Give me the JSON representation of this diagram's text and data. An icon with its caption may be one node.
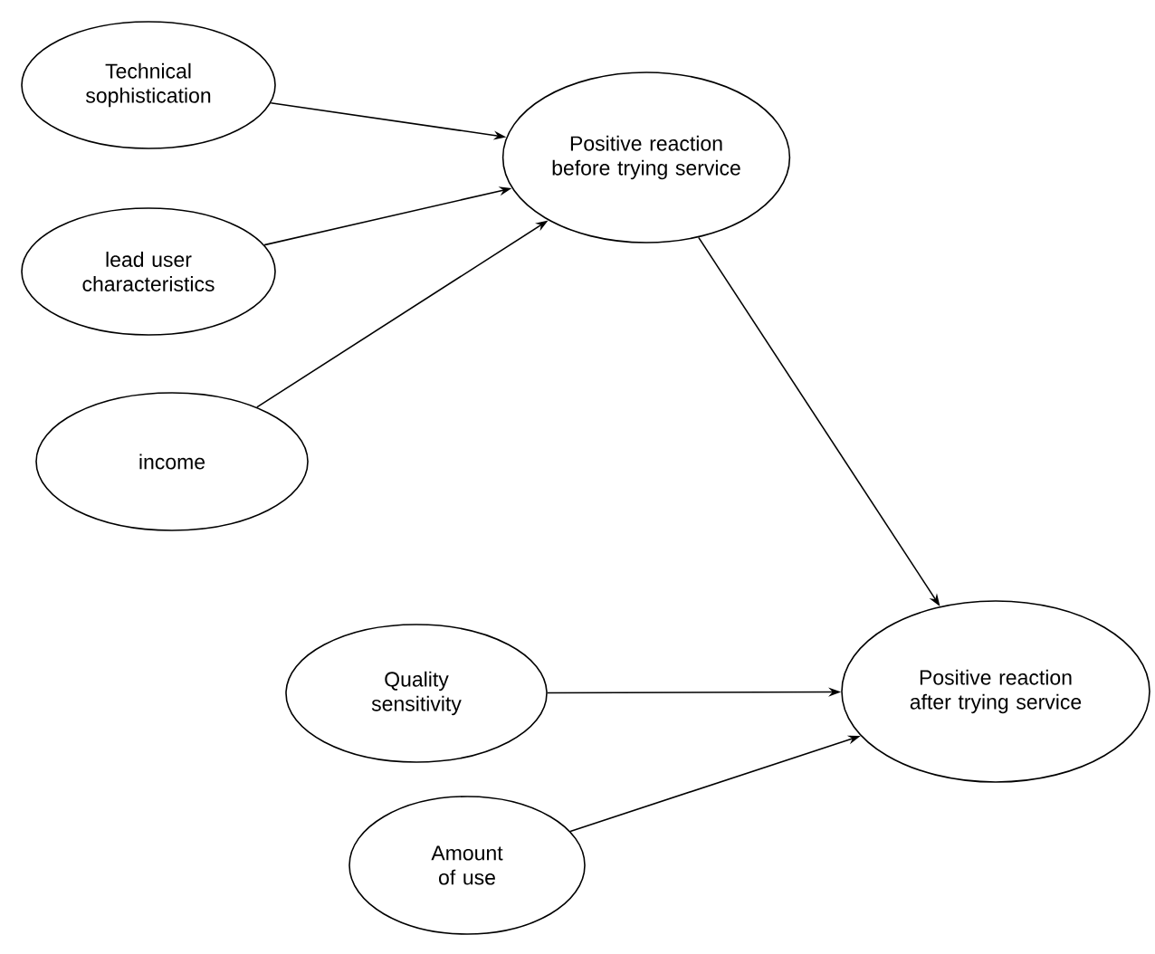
{
  "diagram": {
    "nodes": [
      {
        "text": [
          "Technical sophistication"
        ]
      },
      {
        "text": [
          "Positive reaction before trying service"
        ]
      },
      {
        "text": [
          "lead user characteristics"
        ]
      },
      {
        "text": [
          "income"
        ]
      },
      {
        "text": [
          "Quality sensitivity"
        ]
      },
      {
        "text": [
          "Positive reaction after trying service"
        ]
      },
      {
        "text": [
          "Amount of use"
        ]
      }
    ],
    "edges": [
      {
        "from": 0,
        "to": 1,
        "arrow": "to"
      },
      {
        "from": 2,
        "to": 1,
        "arrow": "to"
      },
      {
        "from": 3,
        "to": 1,
        "arrow": "to"
      },
      {
        "from": 1,
        "to": 5,
        "arrow": "to"
      },
      {
        "from": 4,
        "to": 5,
        "arrow": "to"
      },
      {
        "from": 6,
        "to": 5,
        "arrow": "to"
      }
    ]
  }
}
